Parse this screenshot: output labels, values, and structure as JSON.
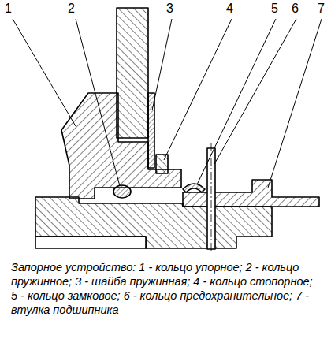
{
  "diagram": {
    "caption": "Запорное устройство: 1 - кольцо упорное; 2 - кольцо пружинное; 3 - шайба пружинная; 4 - кольцо стопорное; 5 - кольцо замковое; 6 - кольцо предохранительное; 7 - втулка подшипника",
    "labels": [
      "1",
      "2",
      "3",
      "4",
      "5",
      "6",
      "7"
    ]
  }
}
